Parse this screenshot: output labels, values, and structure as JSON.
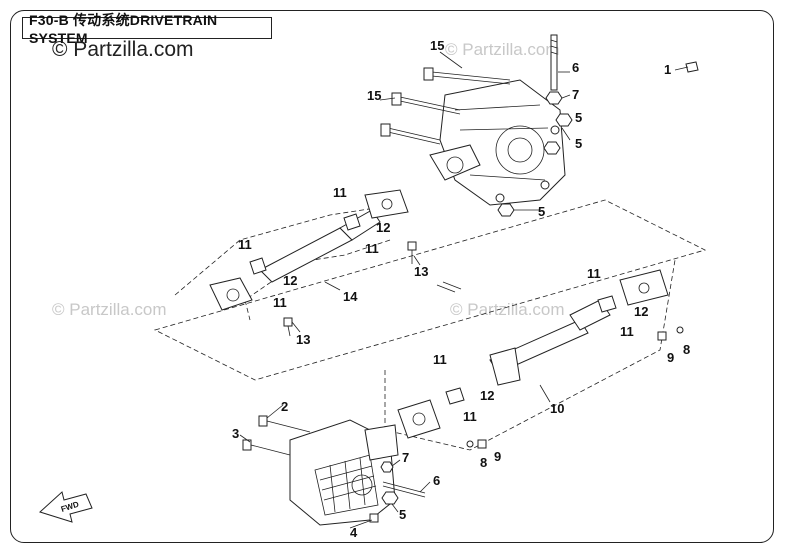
{
  "diagram": {
    "title": "F30-B 传动系统DRIVETRAIN SYSTEM",
    "watermark_main": "© Partzilla.com",
    "watermark_faint": "© Partzilla.com",
    "fwd_label": "FWD",
    "callouts": [
      "1",
      "2",
      "3",
      "4",
      "5",
      "5",
      "5",
      "5",
      "6",
      "6",
      "7",
      "7",
      "8",
      "8",
      "9",
      "9",
      "10",
      "11",
      "11",
      "11",
      "11",
      "11",
      "11",
      "11",
      "11",
      "12",
      "12",
      "12",
      "12",
      "13",
      "13",
      "14",
      "15",
      "15"
    ]
  }
}
